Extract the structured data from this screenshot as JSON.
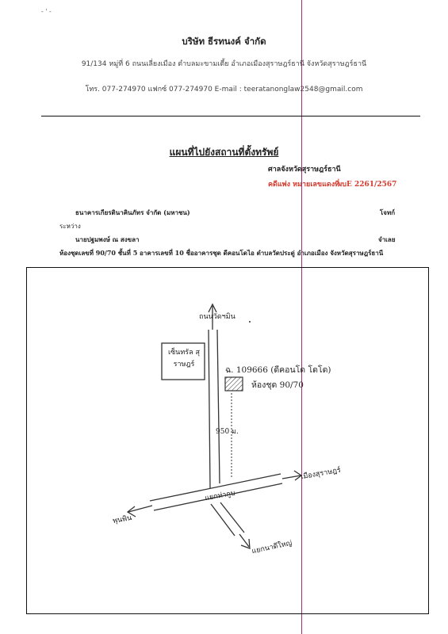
{
  "letterhead": {
    "company": "บริษัท ธีรทนงค์ จำกัด",
    "address": "91/134 หมู่ที่ 6 ถนนเลี่ยงเมือง ตำบลมะขามเตี้ย อำเภอเมืองสุราษฎร์ธานี จังหวัดสุราษฎร์ธานี",
    "contact": "โทร. 077-274970 แฟกซ์ 077-274970 E-mail : teeratanonglaw2548@gmail.com"
  },
  "doc": {
    "title": "แผนที่ไปยังสถานที่ตั้งทรัพย์",
    "court": "ศาลจังหวัดสุราษฎร์ธานี",
    "case_label": "คดีแพ่ง หมายเลขแดงที่",
    "case_number": "ผบE 2261/2567",
    "plaintiff": "ธนาคารเกียรตินาคินภัทร จำกัด (มหาชน)",
    "plaintiff_role": "โจทก์",
    "between": "ระหว่าง",
    "defendant": "นายปฐมพงษ์ ณ สงขลา",
    "defendant_role": "จำเลย",
    "property": "ห้องชุดเลขที่ 90/70 ชั้นที่ 5 อาคารเลขที่ 10 ชื่ออาคารชุด ดีคอนโดไอ ตำบลวัดประดู่ อำเภอเมือง จังหวัดสุราษฎร์ธานี"
  },
  "sketch": {
    "north_road": "ถนนวัดฯมิน",
    "central": "เซ็นทรัล สุราษฎร์",
    "title_deed": "ฉ. 109666 (ดีคอนโด โดโด)",
    "unit": "ห้องชุด 90/70",
    "distance": "950 ม.",
    "city": "เมืองสุราษฎร์",
    "junction": "แยกท่ากูบ",
    "west": "พุนพิน",
    "south": "แยกนาดีใหญ่"
  }
}
